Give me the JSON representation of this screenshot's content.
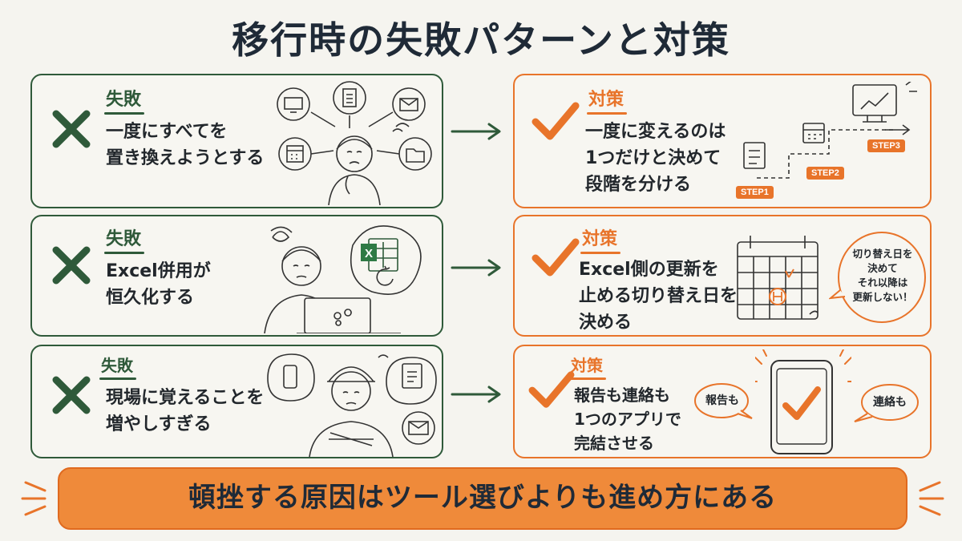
{
  "title": "移行時の失敗パターンと対策",
  "rows": [
    {
      "fail_heading": "失敗",
      "fail_text": "一度にすべてを\n置き換えようとする",
      "fix_heading": "対策",
      "fix_text": "一度に変えるのは\n1つだけと決めて\n段階を分ける",
      "steps": [
        "STEP1",
        "STEP2",
        "STEP3"
      ]
    },
    {
      "fail_heading": "失敗",
      "fail_text": "Excel併用が\n恒久化する",
      "fix_heading": "対策",
      "fix_text": "Excel側の更新を\n止める切り替え日を\n決める",
      "bubble": "切り替え日を\n決めて\nそれ以降は\n更新しない！"
    },
    {
      "fail_heading": "失敗",
      "fail_text": "現場に覚えることを\n増やしすぎる",
      "fix_heading": "対策",
      "fix_text": "報告も連絡も\n1つのアプリで\n完結させる",
      "bubble_left": "報告も",
      "bubble_right": "連絡も"
    }
  ],
  "banner": "頓挫する原因はツール選びよりも進め方にある",
  "colors": {
    "fail": "#2f5a3a",
    "fix": "#e8742a",
    "banner": "#ef8a3a"
  }
}
